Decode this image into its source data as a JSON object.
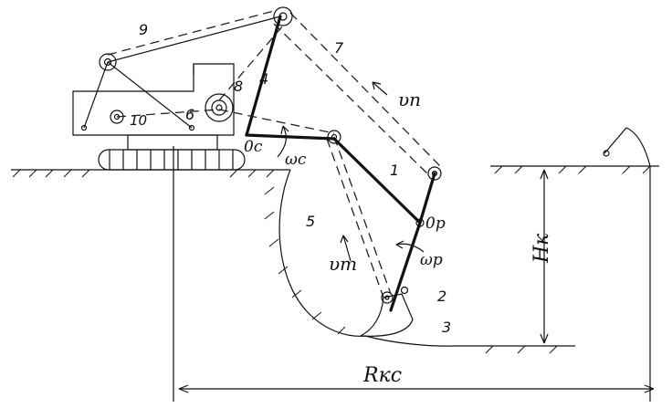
{
  "labels": {
    "n1": "1",
    "n2": "2",
    "n3": "3",
    "n4": "4",
    "n5": "5",
    "n6": "6",
    "n7": "7",
    "n8": "8",
    "n9": "9",
    "n10": "10",
    "o_c": "0c",
    "o_p": "0p",
    "omega_c": "ωc",
    "omega_p": "ωp",
    "v_p": "υп",
    "v_t": "υт",
    "h_k": "Hк",
    "r_kc": "Rкс"
  }
}
